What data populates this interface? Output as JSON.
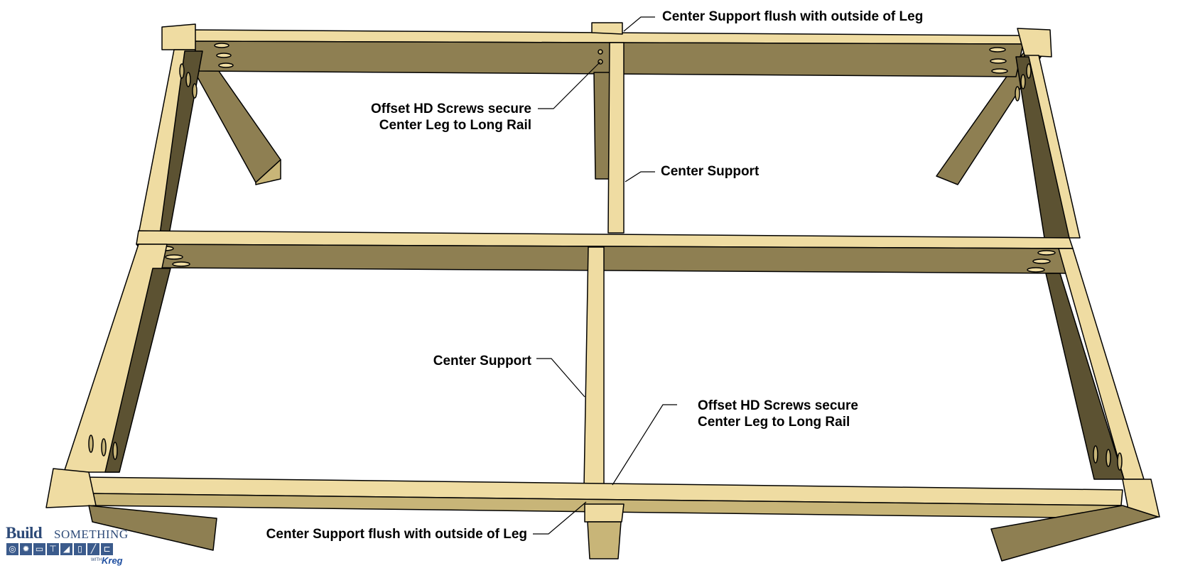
{
  "callouts": {
    "top_flush": "Center Support flush with outside of Leg",
    "top_screws_line1": "Offset HD Screws secure",
    "top_screws_line2": "Center Leg to Long Rail",
    "top_center_support": "Center Support",
    "mid_center_support": "Center Support",
    "bottom_screws_line1": "Offset HD Screws secure",
    "bottom_screws_line2": "Center Leg to Long Rail",
    "bottom_flush": "Center Support flush with outside of Leg"
  },
  "logo": {
    "build": "Build",
    "something": "SOMETHING",
    "with": "WITH",
    "brand": "Kreg"
  },
  "colors": {
    "wood_light": "#efdca2",
    "wood_mid": "#c8b578",
    "wood_dark": "#8e7f52",
    "wood_shadow": "#5c5232",
    "outline": "#000000",
    "logo_blue": "#2d4a78"
  },
  "icons": [
    "circle-saw-icon",
    "gear-icon",
    "toolbox-icon",
    "hammer-icon",
    "drill-icon",
    "paint-roller-icon",
    "brush-icon",
    "clamp-icon"
  ]
}
